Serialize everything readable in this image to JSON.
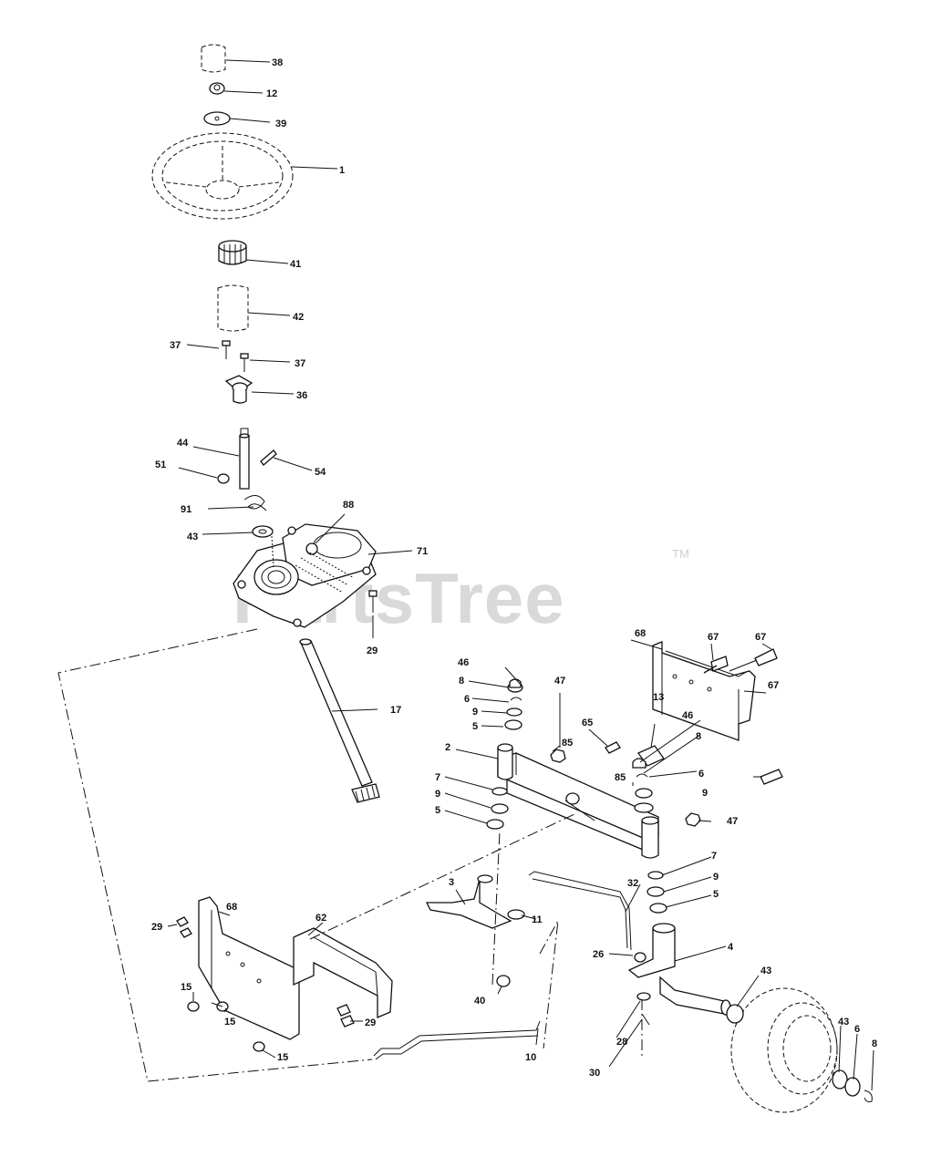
{
  "watermark": {
    "brand": "PartsTree",
    "trademark": "TM"
  },
  "callouts": [
    {
      "id": "c38",
      "text": "38"
    },
    {
      "id": "c12",
      "text": "12"
    },
    {
      "id": "c39",
      "text": "39"
    },
    {
      "id": "c1",
      "text": "1"
    },
    {
      "id": "c41",
      "text": "41"
    },
    {
      "id": "c42",
      "text": "42"
    },
    {
      "id": "c37a",
      "text": "37"
    },
    {
      "id": "c37b",
      "text": "37"
    },
    {
      "id": "c36",
      "text": "36"
    },
    {
      "id": "c44",
      "text": "44"
    },
    {
      "id": "c51",
      "text": "51"
    },
    {
      "id": "c54",
      "text": "54"
    },
    {
      "id": "c91",
      "text": "91"
    },
    {
      "id": "c88",
      "text": "88"
    },
    {
      "id": "c43a",
      "text": "43"
    },
    {
      "id": "c71",
      "text": "71"
    },
    {
      "id": "c29a",
      "text": "29"
    },
    {
      "id": "c17",
      "text": "17"
    },
    {
      "id": "c68a",
      "text": "68"
    },
    {
      "id": "c67a",
      "text": "67"
    },
    {
      "id": "c67b",
      "text": "67"
    },
    {
      "id": "c67c",
      "text": "67"
    },
    {
      "id": "c46a",
      "text": "46"
    },
    {
      "id": "c47a",
      "text": "47"
    },
    {
      "id": "c8a",
      "text": "8"
    },
    {
      "id": "c6a",
      "text": "6"
    },
    {
      "id": "c9a",
      "text": "9"
    },
    {
      "id": "c5a",
      "text": "5"
    },
    {
      "id": "c13",
      "text": "13"
    },
    {
      "id": "c65",
      "text": "65"
    },
    {
      "id": "c85a",
      "text": "85"
    },
    {
      "id": "c2",
      "text": "2"
    },
    {
      "id": "c46b",
      "text": "46"
    },
    {
      "id": "c8b",
      "text": "8"
    },
    {
      "id": "c85b",
      "text": "85"
    },
    {
      "id": "c6b",
      "text": "6"
    },
    {
      "id": "c9b",
      "text": "9"
    },
    {
      "id": "c7a",
      "text": "7"
    },
    {
      "id": "c9c",
      "text": "9"
    },
    {
      "id": "c5b",
      "text": "5"
    },
    {
      "id": "c47b",
      "text": "47"
    },
    {
      "id": "c7b",
      "text": "7"
    },
    {
      "id": "c9d",
      "text": "9"
    },
    {
      "id": "c5c",
      "text": "5"
    },
    {
      "id": "c3",
      "text": "3"
    },
    {
      "id": "c32",
      "text": "32"
    },
    {
      "id": "c11",
      "text": "11"
    },
    {
      "id": "c4",
      "text": "4"
    },
    {
      "id": "c26",
      "text": "26"
    },
    {
      "id": "c40",
      "text": "40"
    },
    {
      "id": "c43b",
      "text": "43"
    },
    {
      "id": "c28",
      "text": "28"
    },
    {
      "id": "c30",
      "text": "30"
    },
    {
      "id": "c10",
      "text": "10"
    },
    {
      "id": "c43c",
      "text": "43"
    },
    {
      "id": "c6c",
      "text": "6"
    },
    {
      "id": "c8c",
      "text": "8"
    },
    {
      "id": "c29b",
      "text": "29"
    },
    {
      "id": "c68b",
      "text": "68"
    },
    {
      "id": "c62",
      "text": "62"
    },
    {
      "id": "c15a",
      "text": "15"
    },
    {
      "id": "c15b",
      "text": "15"
    },
    {
      "id": "c29c",
      "text": "29"
    },
    {
      "id": "c15c",
      "text": "15"
    }
  ]
}
